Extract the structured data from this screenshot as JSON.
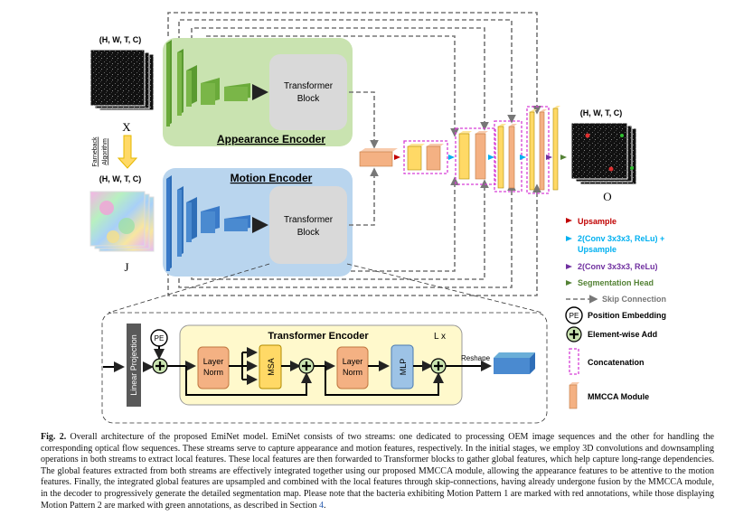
{
  "diagram": {
    "dim_label": "(H, W, T, C)",
    "input_x": "X",
    "input_j": "J",
    "output_o": "O",
    "flow_label_1": "Farneback",
    "flow_label_2": "Algorithm",
    "transformer_block_l1": "Transformer",
    "transformer_block_l2": "Block",
    "appearance_encoder": "Appearance Encoder",
    "motion_encoder": "Motion Encoder",
    "linear_projection": "Linear Projection",
    "pe": "PE",
    "transformer_encoder": "Transformer Encoder",
    "lx": "L x",
    "layer_norm_l1": "Layer",
    "layer_norm_l2": "Norm",
    "msa": "MSA",
    "mlp": "MLP",
    "reshape": "Reshape"
  },
  "legend": {
    "upsample": "Upsample",
    "conv_up_l1": "2(Conv 3x3x3, ReLu) +",
    "conv_up_l2": "Upsample",
    "conv": "2(Conv 3x3x3, ReLu)",
    "seg_head": "Segmentation Head",
    "skip": "Skip Connection",
    "pe_label": "Position Embedding",
    "add": "Element-wise Add",
    "concat": "Concatenation",
    "mmcca": "MMCCA Module"
  },
  "colors": {
    "appearance": "#c9e3b0",
    "motion": "#b9d5ee",
    "green_block": "#7ab648",
    "blue_block": "#4a8ad0",
    "orange": "#f4b183",
    "yellow": "#ffd966",
    "red_arrow": "#c00000",
    "cyan_arrow": "#00b0f0",
    "purple_arrow": "#7030a0",
    "green_arrow": "#548235",
    "concat": "#d63fd6"
  },
  "caption": {
    "label": "Fig. 2.",
    "text": "Overall architecture of the proposed EmiNet model. EmiNet consists of two streams: one dedicated to processing OEM image sequences and the other for handling the corresponding optical flow sequences. These streams serve to capture appearance and motion features, respectively. In the initial stages, we employ 3D convolutions and downsampling operations in both streams to extract local features. These local features are then forwarded to Transformer blocks to gather global features, which help capture long-range dependencies. The global features extracted from both streams are effectively integrated together using our proposed MMCCA module, allowing the appearance features to be attentive to the motion features. Finally, the integrated global features are upsampled and combined with the local features through skip-connections, having already undergone fusion by the MMCCA module, in the decoder to progressively generate the detailed segmentation map. Please note that the bacteria exhibiting Motion Pattern 1 are marked with red annotations, while those displaying Motion Pattern 2 are marked with green annotations, as described in Section",
    "section_ref": "4",
    "end": "."
  }
}
